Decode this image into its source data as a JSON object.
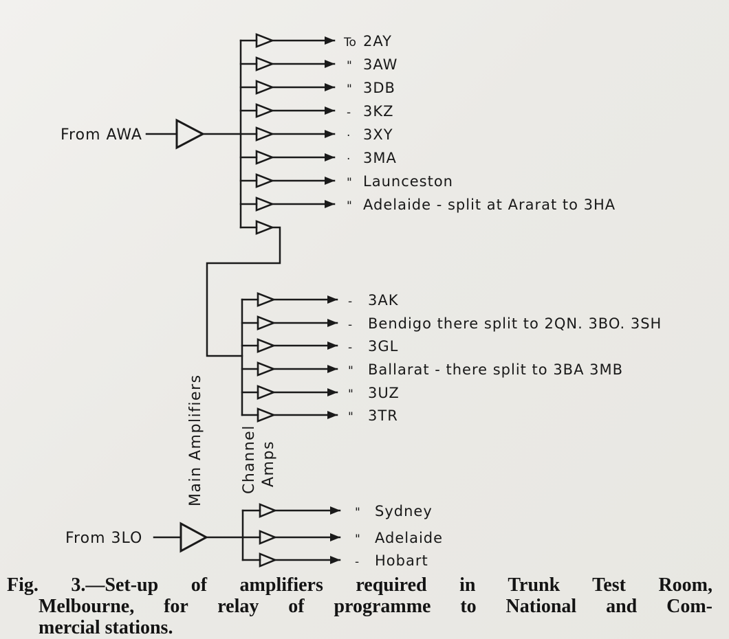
{
  "colors": {
    "paper": "#ebeae6",
    "ink": "#1a1a1a"
  },
  "diagram": {
    "awa": {
      "source": "From AWA",
      "outputs": [
        {
          "prefix": "To",
          "station": "2AY"
        },
        {
          "prefix": "\"",
          "station": "3AW"
        },
        {
          "prefix": "\"",
          "station": "3DB"
        },
        {
          "prefix": "-",
          "station": "3KZ"
        },
        {
          "prefix": "·",
          "station": "3XY"
        },
        {
          "prefix": "·",
          "station": "3MA"
        },
        {
          "prefix": "\"",
          "station": "Launceston"
        },
        {
          "prefix": "\"",
          "station": "Adelaide - split at Ararat to 3HA"
        }
      ]
    },
    "relay": {
      "outputs": [
        {
          "prefix": "-",
          "station": "3AK"
        },
        {
          "prefix": "-",
          "station": "Bendigo there split to 2QN. 3BO. 3SH"
        },
        {
          "prefix": "-",
          "station": "3GL"
        },
        {
          "prefix": "\"",
          "station": "Ballarat - there split to 3BA 3MB"
        },
        {
          "prefix": "\"",
          "station": "3UZ"
        },
        {
          "prefix": "\"",
          "station": "3TR"
        }
      ]
    },
    "labels": {
      "main_amplifiers": "Main Amplifiers",
      "channel_line1": "Channel",
      "channel_line2": "Amps"
    },
    "lo": {
      "source": "From 3LO",
      "outputs": [
        {
          "prefix": "\"",
          "station": "Sydney"
        },
        {
          "prefix": "\"",
          "station": "Adelaide"
        },
        {
          "prefix": "-",
          "station": "Hobart"
        }
      ]
    }
  },
  "caption": {
    "fig": "Fig. 3.",
    "lines": [
      "—Set-up of amplifiers required in Trunk Test Room,",
      "Melbourne, for relay of programme to National and Com-",
      "mercial stations."
    ]
  }
}
